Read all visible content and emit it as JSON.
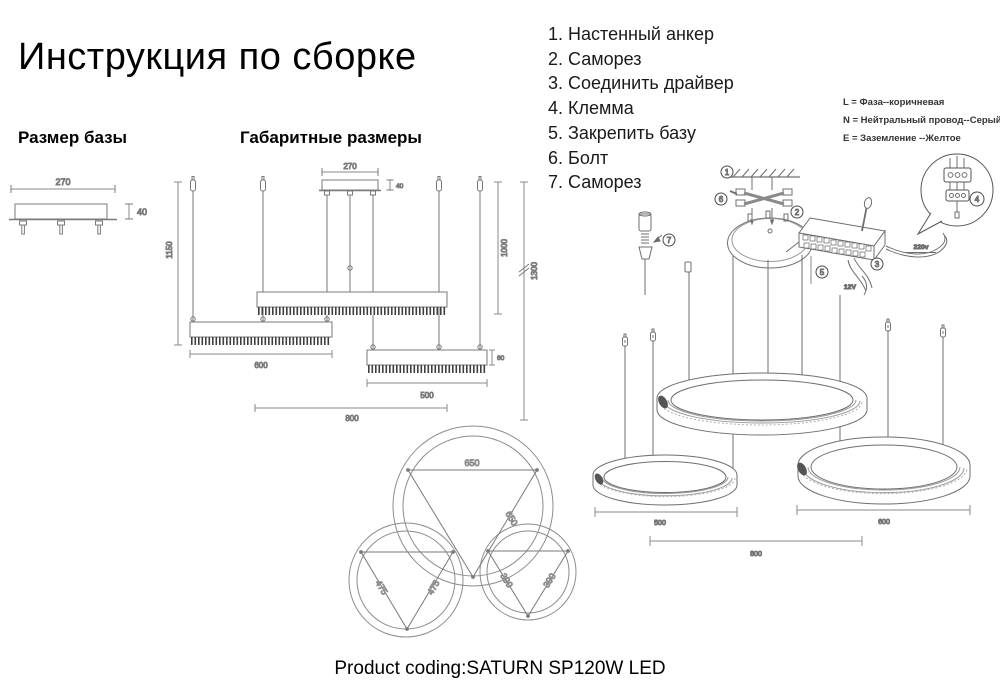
{
  "title": "Инструкция по сборке",
  "sections": {
    "base_size_label": "Размер базы",
    "overall_label": "Габаритные размеры"
  },
  "parts_list": {
    "items": [
      "1. Настенный анкер",
      "2. Саморез",
      "3. Соединить драйвер",
      "4. Клемма",
      "5. Закрепить базу",
      "6. Болт",
      "7. Саморез"
    ]
  },
  "wire_legend": {
    "lines": [
      "L = Фаза--коричневая",
      "N = Нейтральный провод--Серый",
      "E = Заземление --Желтое"
    ]
  },
  "base_diagram": {
    "width": "270",
    "height": "40"
  },
  "front_view": {
    "plate_width": "270",
    "plate_height": "40",
    "height_left": "1150",
    "height_right_inner": "1000",
    "height_right_outer": "1300",
    "bar_left_width": "600",
    "bar_right_width": "500",
    "bottom_span": "800",
    "bar_height": "60"
  },
  "top_view": {
    "large_ring_chord": "650",
    "large_ring_chord_side": "650",
    "medium_ring_chord": "475",
    "medium_ring_chord_side": "475",
    "small_ring_chord": "390",
    "small_ring_chord_side": "390"
  },
  "assembly": {
    "callouts": [
      "1",
      "2",
      "3",
      "4",
      "5",
      "6",
      "7"
    ],
    "mains_voltage": "220v",
    "low_voltage": "12V",
    "ring_small_dim": "500",
    "ring_medium_dim": "600",
    "span_dim": "800"
  },
  "footer": "Product coding:SATURN SP120W LED"
}
